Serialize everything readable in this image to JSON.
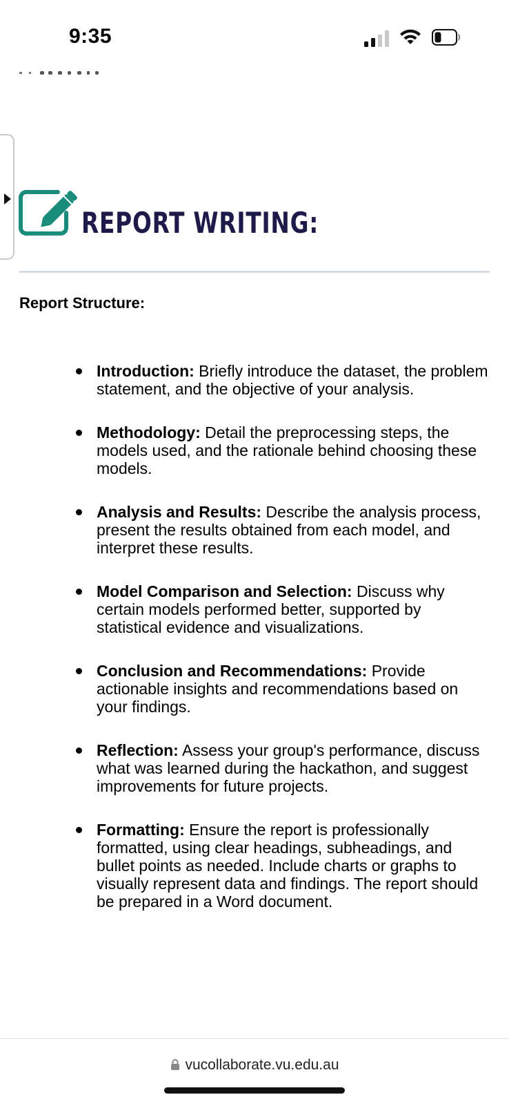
{
  "status_bar": {
    "time": "9:35",
    "signal_icon": "cellular-signal-icon",
    "wifi_icon": "wifi-icon",
    "battery_icon": "battery-icon"
  },
  "heading": {
    "icon": "edit-pencil-icon",
    "title": "REPORT WRITING:",
    "icon_color": "#1a8c7c",
    "title_color": "#1e1a4a"
  },
  "section": {
    "label": "Report Structure:"
  },
  "bullets": [
    {
      "label": "Introduction:",
      "text": " Briefly introduce the dataset, the problem statement, and the objective of your analysis."
    },
    {
      "label": "Methodology:",
      "text": " Detail the preprocessing steps, the models used, and the rationale behind choosing these models."
    },
    {
      "label": "Analysis and Results:",
      "text": " Describe the analysis process, present the results obtained from each model, and interpret these results."
    },
    {
      "label": "Model Comparison and Selection:",
      "text": " Discuss why certain models performed better, supported by statistical evidence and visualizations."
    },
    {
      "label": "Conclusion and Recommendations:",
      "text": " Provide actionable insights and recommendations based on your findings."
    },
    {
      "label": "Reflection:",
      "text": " Assess your group's performance, discuss what was learned during the hackathon, and suggest improvements for future projects."
    },
    {
      "label": "Formatting:",
      "text": " Ensure the report is professionally formatted, using clear headings, subheadings, and bullet points as needed. Include charts or graphs to visually represent data and findings. The report should be prepared in a Word document."
    }
  ],
  "browser": {
    "url": "vucollaborate.vu.edu.au",
    "lock_icon": "lock-icon"
  }
}
